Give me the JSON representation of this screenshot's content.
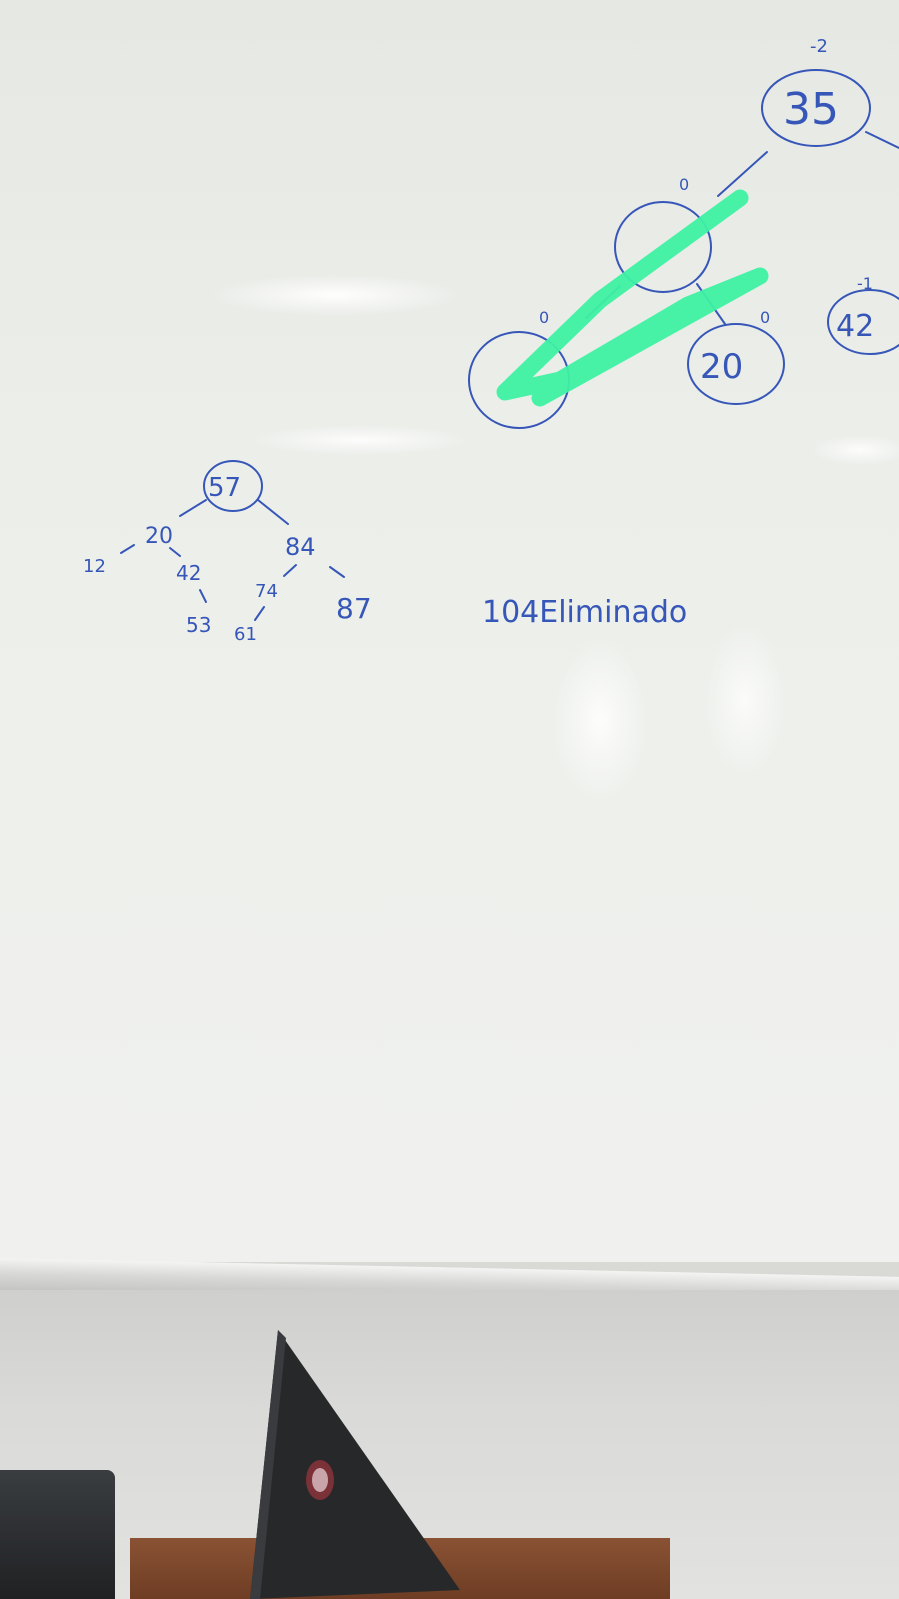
{
  "board": {
    "left_tree": {
      "root": "57",
      "nodes": [
        "20",
        "84",
        "12",
        "42",
        "53",
        "74",
        "61",
        "87"
      ]
    },
    "avl_tree": {
      "root": "35",
      "root_balance": "-2",
      "left_balance": "0",
      "leaf_left_balance": "0",
      "leaf_right": "20",
      "leaf_right_balance": "0",
      "right_partial": "42",
      "right_partial_balance": "-1"
    },
    "note": "104Eliminado"
  },
  "colors": {
    "marker_blue": "#3656b8",
    "highlighter_green": "#3ef2a3"
  }
}
